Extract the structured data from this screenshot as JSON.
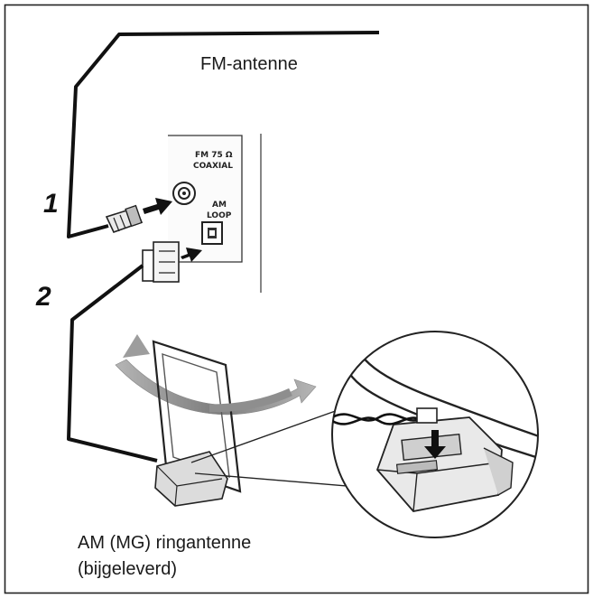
{
  "labels": {
    "fm_antenna": "FM-antenne",
    "am_antenna_line1": "AM (MG) ringantenne",
    "am_antenna_line2": "(bijgeleverd)"
  },
  "steps": [
    "1",
    "2"
  ],
  "panel": {
    "fm_port_line1": "FM 75 Ω",
    "fm_port_line2": "COAXIAL",
    "am_port_line1": "AM",
    "am_port_line2": "LOOP"
  },
  "colors": {
    "ink": "#111111",
    "arrow": "#8a8a8a",
    "gray_dark": "#777777",
    "gray_light": "#d6d6d6"
  }
}
